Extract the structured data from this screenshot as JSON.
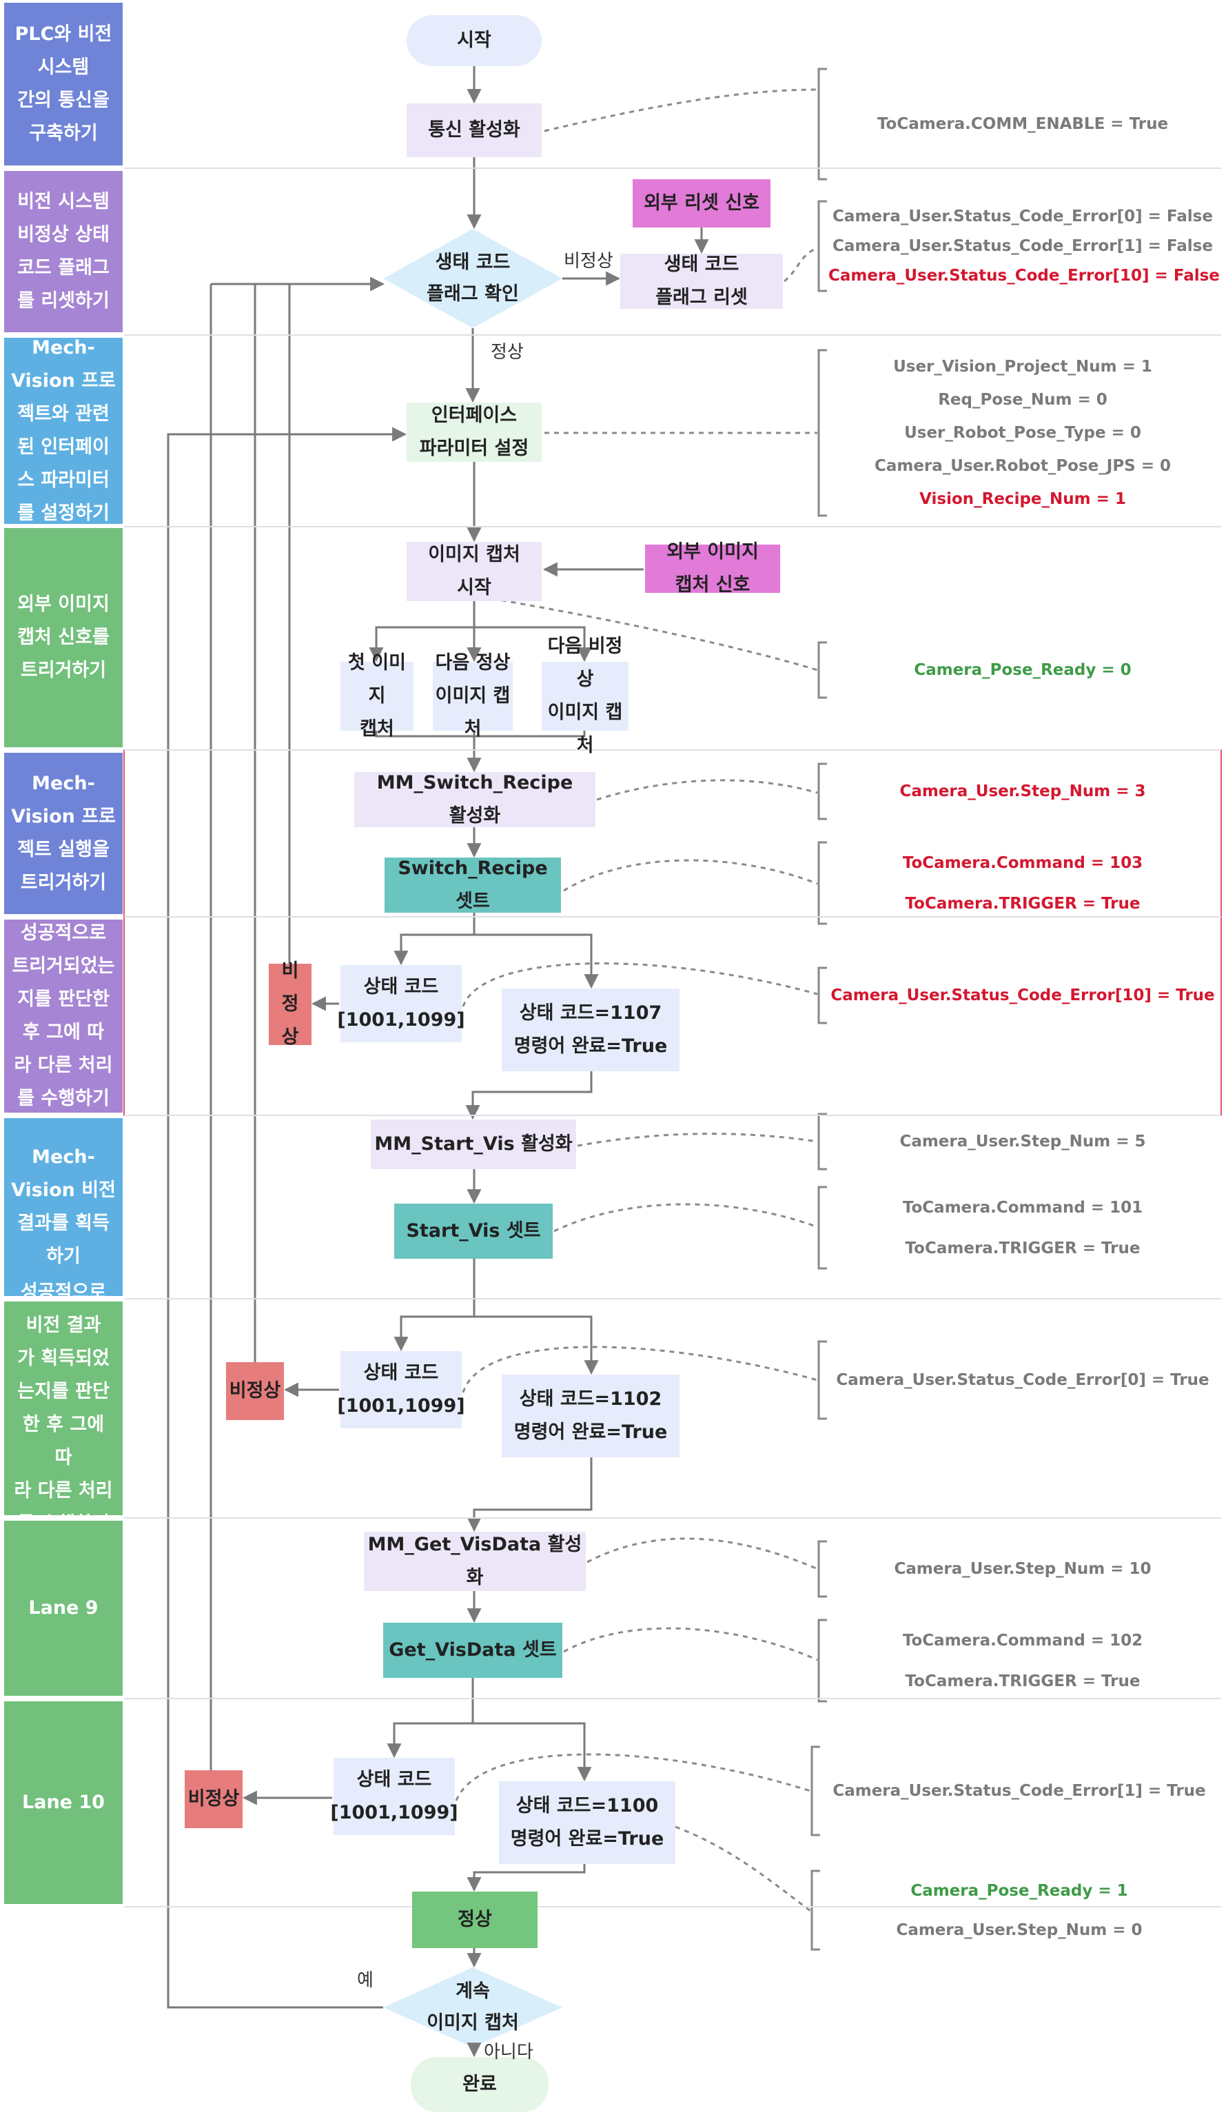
{
  "colors": {
    "lane_blue": "#6f84d7",
    "lane_purple": "#a685d4",
    "lane_sky": "#5eb0e2",
    "lane_green": "#72c07b",
    "node_lavender": "#ece6f8",
    "node_blue": "#e6ecfb",
    "node_green": "#e5f5e7",
    "node_magenta": "#e27ad8",
    "node_teal": "#6ac4c0",
    "node_red": "#e77c7c",
    "node_solid_green": "#74c57e",
    "accent_red": "#d4172f",
    "accent_green": "#3f9b47"
  },
  "lanes": [
    "PLC와 비전\n시스템\n간의 통신을\n구축하기",
    "비전 시스템\n비정상 상태\n코드 플래그\n를 리셋하기",
    "Mech-\nVision 프로\n젝트와 관련\n된 인터페이\n스 파라미터\n를 설정하기",
    "외부 이미지\n캡처 신호를\n트리거하기",
    "Mech-\nVision 프로\n젝트 실행을\n트리거하기",
    "성공적으로\n트리거되었는\n지를 판단한\n후 그에 따\n라 다른 처리\n를 수행하기",
    "Mech-\nVision 비전\n결과를 획득\n하기",
    "성공적으로\n비전 결과\n가 획득되었\n는지를 판단\n한 후 그에 따\n라 다른 처리\n를 수행하기",
    "Lane 9",
    "Lane 10"
  ],
  "nodes": {
    "start": "시작",
    "comm_enable": "통신 활성화",
    "check_flag": "생태 코드\n플래그 확인",
    "ext_reset": "외부 리셋 신호",
    "reset_flag": "생태 코드\n플래그 리셋",
    "interface_params": "인터페이스\n파라미터 설정",
    "capture_start": "이미지 캡처\n시작",
    "ext_capture": "외부 이미지\n캡처 신호",
    "first_capture": "첫 이미지\n캡처",
    "next_normal": "다음 정상\n이미지 캡처",
    "next_abnormal": "다음 비정상\n이미지 캡처",
    "mm_switch": "MM_Switch_Recipe\n활성화",
    "switch_set": "Switch_Recipe\n셋트",
    "status_err_1": "상태 코드\n[1001,1099]",
    "abn_1": "비\n정\n상",
    "status_ok_1107": "상태 코드=1107\n명령어 완료=True",
    "mm_start_vis": "MM_Start_Vis 활성화",
    "start_vis_set": "Start_Vis 셋트",
    "status_err_2": "상태 코드\n[1001,1099]",
    "abn_2": "비정상",
    "status_ok_1102": "상태 코드=1102\n명령어 완료=True",
    "mm_get_vis": "MM_Get_VisData 활성\n화",
    "get_vis_set": "Get_VisData 셋트",
    "status_err_3": "상태 코드\n[1001,1099]",
    "abn_3": "비정상",
    "status_ok_1100": "상태 코드=1100\n명령어 완료=True",
    "normal": "정상",
    "continue_capture": "계속\n이미지 캡처",
    "done": "완료"
  },
  "edge_labels": {
    "abnormal": "비정상",
    "normal": "정상",
    "yes": "예",
    "no": "아니다"
  },
  "notes": [
    {
      "lines": [
        {
          "text": "ToCamera.COMM_ENABLE = True",
          "tone": "gray"
        }
      ]
    },
    {
      "lines": [
        {
          "text": "Camera_User.Status_Code_Error[0] = False",
          "tone": "gray"
        },
        {
          "text": "Camera_User.Status_Code_Error[1] = False",
          "tone": "gray"
        },
        {
          "text": "Camera_User.Status_Code_Error[10] = False",
          "tone": "red"
        }
      ]
    },
    {
      "lines": [
        {
          "text": "User_Vision_Project_Num = 1",
          "tone": "gray"
        },
        {
          "text": "Req_Pose_Num = 0",
          "tone": "gray"
        },
        {
          "text": "User_Robot_Pose_Type = 0",
          "tone": "gray"
        },
        {
          "text": "Camera_User.Robot_Pose_JPS = 0",
          "tone": "gray"
        },
        {
          "text": "Vision_Recipe_Num = 1",
          "tone": "red"
        }
      ]
    },
    {
      "lines": [
        {
          "text": "Camera_Pose_Ready = 0",
          "tone": "green"
        }
      ]
    },
    {
      "lines": [
        {
          "text": "Camera_User.Step_Num = 3",
          "tone": "red"
        }
      ]
    },
    {
      "lines": [
        {
          "text": "ToCamera.Command = 103",
          "tone": "red"
        },
        {
          "text": "ToCamera.TRIGGER = True",
          "tone": "red"
        }
      ]
    },
    {
      "lines": [
        {
          "text": "Camera_User.Status_Code_Error[10] = True",
          "tone": "red"
        }
      ]
    },
    {
      "lines": [
        {
          "text": "Camera_User.Step_Num = 5",
          "tone": "gray"
        }
      ]
    },
    {
      "lines": [
        {
          "text": "ToCamera.Command = 101",
          "tone": "gray"
        },
        {
          "text": "ToCamera.TRIGGER = True",
          "tone": "gray"
        }
      ]
    },
    {
      "lines": [
        {
          "text": "Camera_User.Status_Code_Error[0] = True",
          "tone": "gray"
        }
      ]
    },
    {
      "lines": [
        {
          "text": "Camera_User.Step_Num = 10",
          "tone": "gray"
        }
      ]
    },
    {
      "lines": [
        {
          "text": "ToCamera.Command = 102",
          "tone": "gray"
        },
        {
          "text": "ToCamera.TRIGGER = True",
          "tone": "gray"
        }
      ]
    },
    {
      "lines": [
        {
          "text": "Camera_User.Status_Code_Error[1] = True",
          "tone": "gray"
        }
      ]
    },
    {
      "lines": [
        {
          "text": "Camera_Pose_Ready = 1",
          "tone": "green"
        },
        {
          "text": "Camera_User.Step_Num = 0",
          "tone": "gray"
        }
      ]
    }
  ]
}
